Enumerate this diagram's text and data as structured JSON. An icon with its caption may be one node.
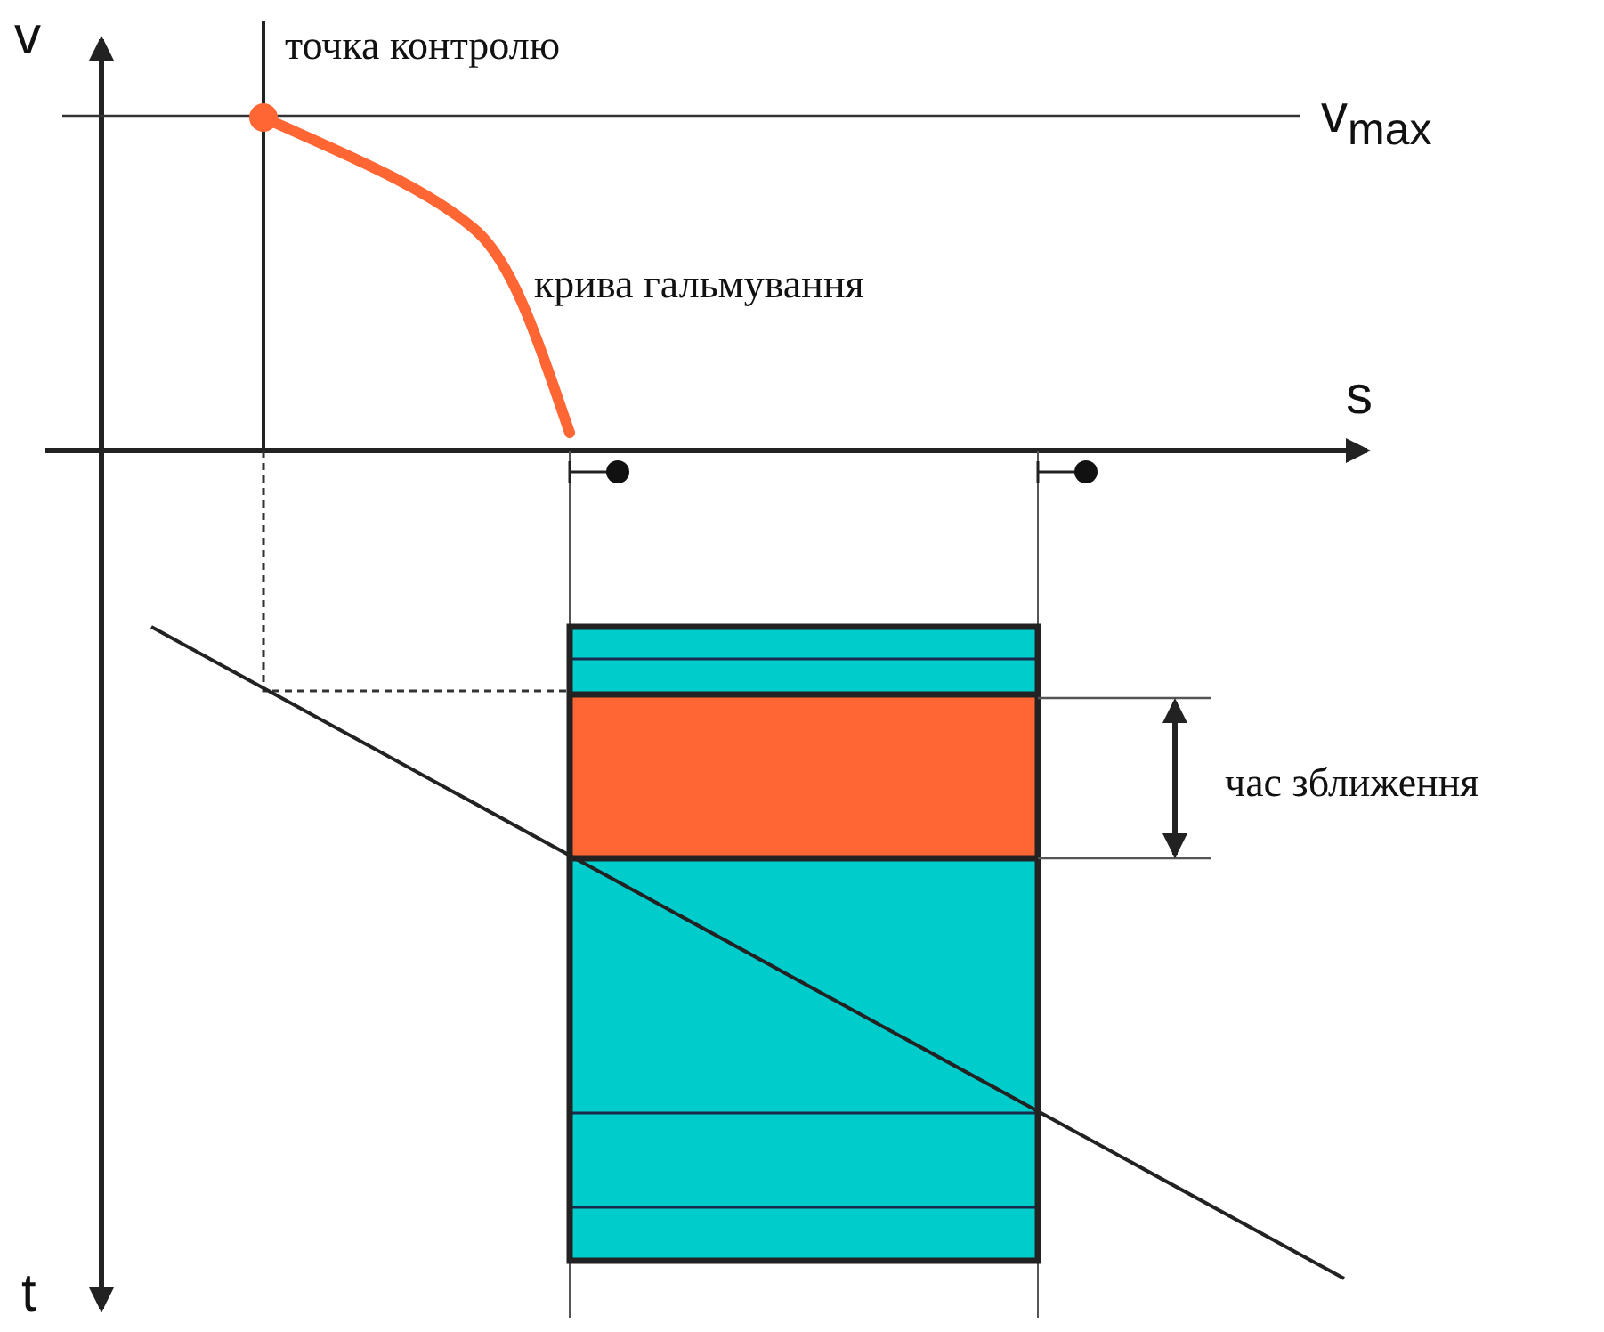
{
  "diagram": {
    "labels": [
      "v",
      "точка контролю",
      "v$_{max}$",
      "крива гальмування",
      "s",
      "час зближення",
      "t"
    ]
  }
}
